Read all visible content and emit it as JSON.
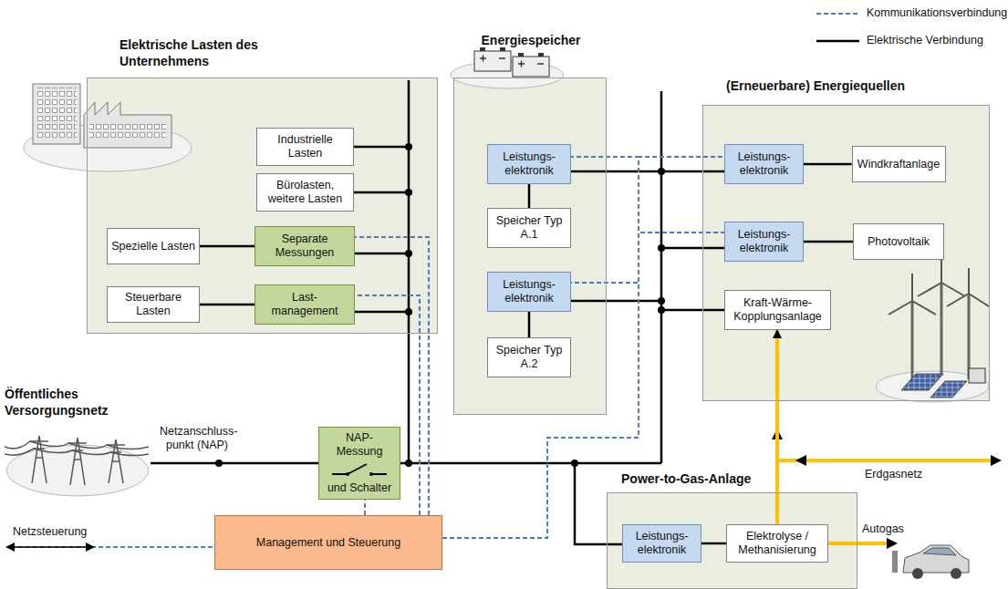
{
  "diagram": {
    "nodes": [
      {
        "text": [
          "Elektrische Lasten des Unternehmens"
        ]
      },
      {
        "text": [
          "Industrielle Lasten"
        ],
        "in": 0
      },
      {
        "text": [
          "Bürolasten, weitere Lasten"
        ],
        "in": 0
      },
      {
        "text": [
          "Spezielle Lasten"
        ],
        "in": 0
      },
      {
        "text": [
          "Separate Messungen"
        ],
        "in": 0
      },
      {
        "text": [
          "Steuerbare Lasten"
        ],
        "in": 0
      },
      {
        "text": [
          "Last- management"
        ],
        "in": 0
      },
      {
        "text": [
          "Energiespeicher"
        ]
      },
      {
        "text": [
          "Leistungs- elektronik"
        ],
        "in": 7
      },
      {
        "text": [
          "Speicher Typ A.1"
        ],
        "in": 7
      },
      {
        "text": [
          "Leistungs- elektronik"
        ],
        "in": 7
      },
      {
        "text": [
          "Speicher Typ A.2"
        ],
        "in": 7
      },
      {
        "text": [
          "(Erneuerbare) Energiequellen"
        ]
      },
      {
        "text": [
          "Leistungs- elektronik"
        ],
        "in": 12
      },
      {
        "text": [
          "Windkraftanlage"
        ],
        "in": 12
      },
      {
        "text": [
          "Leistungs- elektronik"
        ],
        "in": 12
      },
      {
        "text": [
          "Photovoltaik"
        ],
        "in": 12
      },
      {
        "text": [
          "Kraft-Wärme- Kopplungsanlage"
        ],
        "in": 12
      },
      {
        "text": [
          "Öffentliches Versorgungsnetz"
        ]
      },
      {
        "text": [
          "NAP-Messung",
          "und Schalter"
        ]
      },
      {
        "text": [
          "Management und Steuerung"
        ]
      },
      {
        "text": [
          "Power-to-Gas-Anlage"
        ]
      },
      {
        "text": [
          "Leistungs- elektronik"
        ],
        "in": 21
      },
      {
        "text": [
          "Elektrolyse / Methanisierung"
        ],
        "in": 21
      }
    ],
    "edges": [
      {
        "from": 3,
        "to": 4,
        "arrow": "none"
      },
      {
        "from": 5,
        "to": 6,
        "arrow": "none"
      },
      {
        "from": 8,
        "to": 9,
        "arrow": "none"
      },
      {
        "from": 10,
        "to": 11,
        "arrow": "none"
      },
      {
        "from": 13,
        "to": 14,
        "arrow": "none"
      },
      {
        "from": 15,
        "to": 16,
        "arrow": "none"
      },
      {
        "from": 18,
        "to": 19,
        "arrow": "none"
      },
      {
        "from": 22,
        "to": 23,
        "arrow": "none"
      },
      {
        "from": 23,
        "to": 17,
        "arrow": "to"
      },
      {
        "from": 20,
        "to": 4,
        "arrow": "none"
      },
      {
        "from": 20,
        "to": 6,
        "arrow": "none"
      },
      {
        "from": 20,
        "to": 19,
        "arrow": "none"
      },
      {
        "from": 20,
        "to": 8,
        "arrow": "none"
      },
      {
        "from": 20,
        "to": 10,
        "arrow": "none"
      },
      {
        "from": 20,
        "to": 13,
        "arrow": "none"
      },
      {
        "from": 20,
        "to": 15,
        "arrow": "none"
      }
    ],
    "labels": [
      "Netzanschluss- punkt (NAP)",
      "Netzsteuerung",
      "Erdgasnetz",
      "Autogas"
    ],
    "legend": [
      {
        "text": "Kommunikationsverbindung"
      },
      {
        "text": "Elektrische Verbindung"
      }
    ]
  }
}
